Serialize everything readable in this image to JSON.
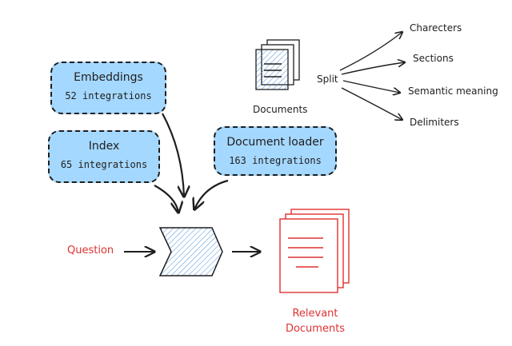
{
  "sources": [
    {
      "name": "Embeddings",
      "count": "52 integrations"
    },
    {
      "name": "Index",
      "count": "65 integrations"
    },
    {
      "name": "Document loader",
      "count": "163 integrations"
    }
  ],
  "documents_label": "Documents",
  "split_label": "Split",
  "split_targets": [
    "Charecters",
    "Sections",
    "Semantic meaning",
    "Delimiters"
  ],
  "question_label": "Question",
  "relevant_label_line1": "Relevant",
  "relevant_label_line2": "Documents",
  "colors": {
    "box_fill": "#a5d8ff",
    "stroke": "#1e1e1e",
    "accent_red": "#e03131",
    "hatch_blue": "#4a90d9"
  }
}
